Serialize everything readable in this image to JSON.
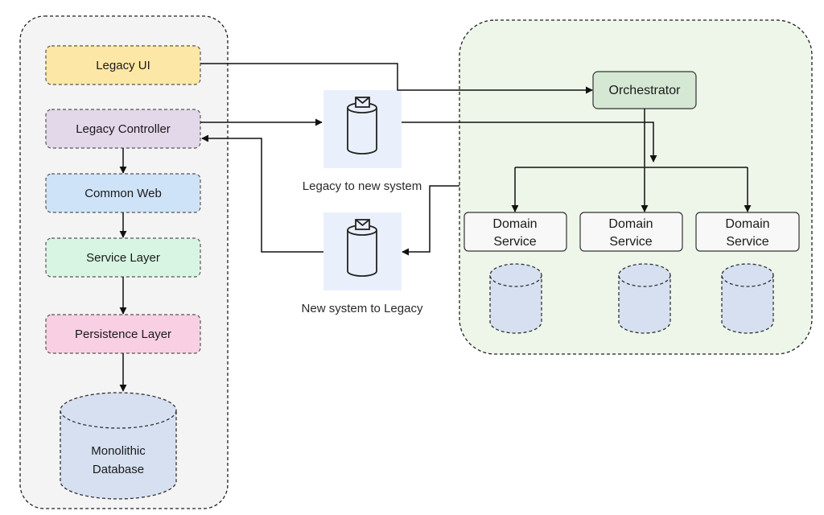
{
  "legacy_stack": {
    "legacy_ui": "Legacy UI",
    "legacy_controller": "Legacy Controller",
    "common_web": "Common Web",
    "service_layer": "Service Layer",
    "persistence_layer": "Persistence Layer",
    "database_line1": "Monolithic",
    "database_line2": "Database"
  },
  "queues": {
    "legacy_to_new": "Legacy to new system",
    "new_to_legacy": "New system to Legacy"
  },
  "new_system": {
    "orchestrator": "Orchestrator",
    "domain_services": [
      {
        "line1": "Domain",
        "line2": "Service"
      },
      {
        "line1": "Domain",
        "line2": "Service"
      },
      {
        "line1": "Domain",
        "line2": "Service"
      }
    ]
  },
  "colors": {
    "legacy_ui": "#fde7a6",
    "legacy_controller": "#e3d7ea",
    "common_web": "#cfe3f8",
    "service_layer": "#d7f5e2",
    "persistence_layer": "#f9cfe3",
    "database": "#d6e0f1",
    "orchestrator": "#d5e8d4",
    "new_system_bg": "#eef6ea",
    "legacy_bg": "#f4f4f4",
    "queue_bg": "#eaf0fb"
  }
}
